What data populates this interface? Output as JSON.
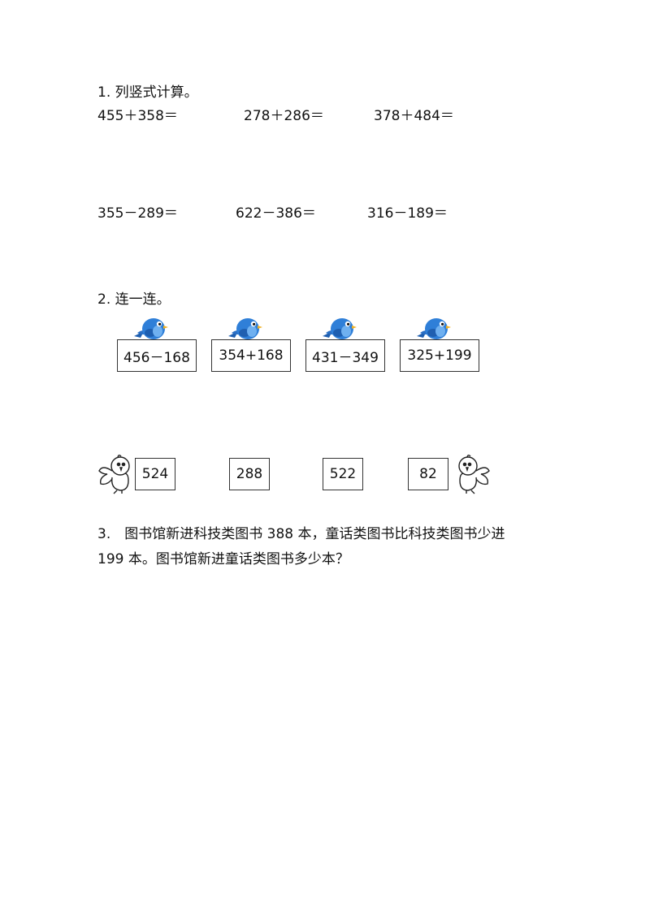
{
  "section1": {
    "title": "1. 列竖式计算。",
    "row1": [
      "455＋358＝",
      "278＋286＝",
      "378＋484＝"
    ],
    "row2": [
      "355－289＝",
      "622－386＝",
      "316－189＝"
    ]
  },
  "section2": {
    "title": "2. 连一连。",
    "expressions": [
      "456－168",
      "354+168",
      "431－349",
      "325+199"
    ],
    "answers": [
      "524",
      "288",
      "522",
      "82"
    ],
    "colors": {
      "blue_bird": "#2f7fd8",
      "beak": "#f0b020"
    }
  },
  "section3": {
    "line1": "3.　图书馆新进科技类图书 388 本，童话类图书比科技类图书少进",
    "line2": "199 本。图书馆新进童话类图书多少本？"
  }
}
